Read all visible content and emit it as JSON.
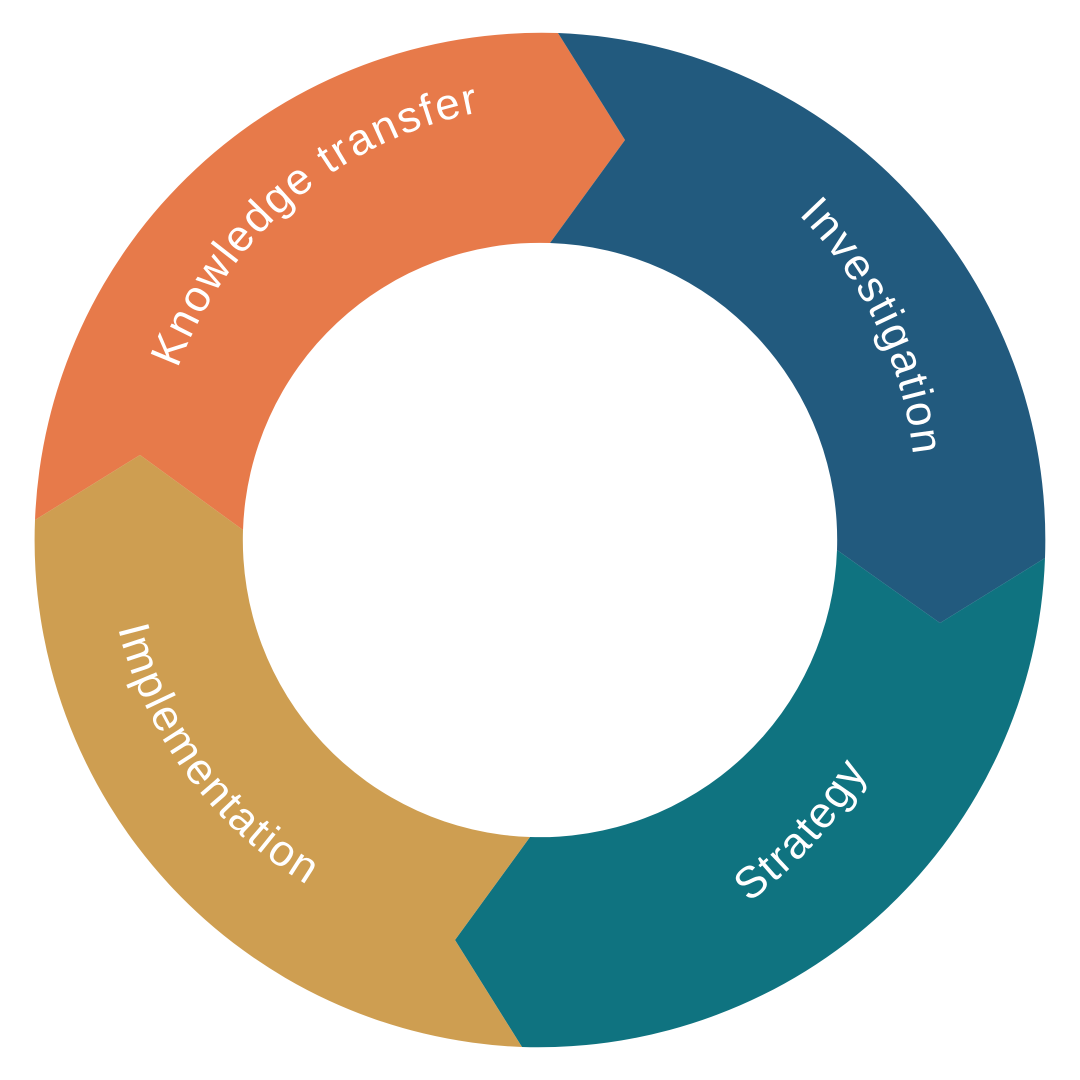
{
  "diagram": {
    "type": "cycle",
    "segments": [
      {
        "label": "Investigation",
        "color": "#225A7E"
      },
      {
        "label": "Strategy",
        "color": "#0F7380"
      },
      {
        "label": "Implementation",
        "color": "#CE9E51"
      },
      {
        "label": "Knowledge transfer",
        "color": "#E77A4A"
      }
    ],
    "background": "#FFFFFF"
  }
}
